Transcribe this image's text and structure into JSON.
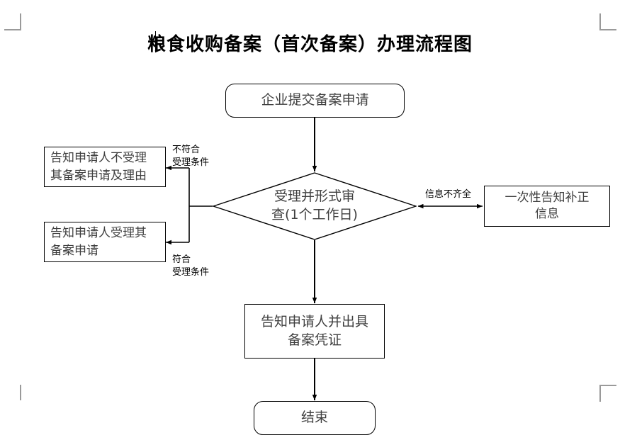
{
  "page": {
    "title": "粮食收购备案（首次备案）办理流程图",
    "background": "#ffffff",
    "line_color": "#000000",
    "text_color": "#3f3f3f",
    "crop_mark_color": "#9a9a9a"
  },
  "nodes": {
    "start": {
      "label": "企业提交备案申请",
      "shape": "rounded-rectangle"
    },
    "decision": {
      "label": "受理并形式审\n查(1个工作日)",
      "shape": "diamond"
    },
    "notify_reject": {
      "label": "告知申请人不受理\n其备案申请及理由",
      "shape": "rectangle"
    },
    "notify_accept": {
      "label": "告知申请人受理其\n备案申请",
      "shape": "rectangle"
    },
    "supplement": {
      "label": "一次性告知补正\n信息",
      "shape": "rectangle"
    },
    "issue": {
      "label": "告知申请人并出具\n备案凭证",
      "shape": "rectangle"
    },
    "end": {
      "label": "结束",
      "shape": "rounded-rectangle"
    }
  },
  "edge_labels": {
    "not_meeting": "不符合\n受理条件",
    "meeting": "符合\n受理条件",
    "incomplete": "信息不齐全"
  },
  "chart_data": {
    "type": "diagram",
    "title": "粮食收购备案（首次备案）办理流程图",
    "nodes": [
      {
        "id": "start",
        "text": "企业提交备案申请",
        "shape": "rounded-rectangle"
      },
      {
        "id": "decision",
        "text": "受理并形式审查(1个工作日)",
        "shape": "diamond"
      },
      {
        "id": "notify_reject",
        "text": "告知申请人不受理其备案申请及理由",
        "shape": "rectangle"
      },
      {
        "id": "notify_accept",
        "text": "告知申请人受理其备案申请",
        "shape": "rectangle"
      },
      {
        "id": "supplement",
        "text": "一次性告知补正信息",
        "shape": "rectangle"
      },
      {
        "id": "issue",
        "text": "告知申请人并出具备案凭证",
        "shape": "rectangle"
      },
      {
        "id": "end",
        "text": "结束",
        "shape": "rounded-rectangle"
      }
    ],
    "edges": [
      {
        "from": "start",
        "to": "decision",
        "label": "",
        "arrow": "single"
      },
      {
        "from": "decision",
        "to": "notify_reject",
        "label": "不符合受理条件",
        "arrow": "single"
      },
      {
        "from": "decision",
        "to": "notify_accept",
        "label": "符合受理条件",
        "arrow": "single"
      },
      {
        "from": "decision",
        "to": "supplement",
        "label": "信息不齐全",
        "arrow": "double"
      },
      {
        "from": "decision",
        "to": "issue",
        "label": "",
        "arrow": "single"
      },
      {
        "from": "issue",
        "to": "end",
        "label": "",
        "arrow": "single"
      }
    ]
  }
}
